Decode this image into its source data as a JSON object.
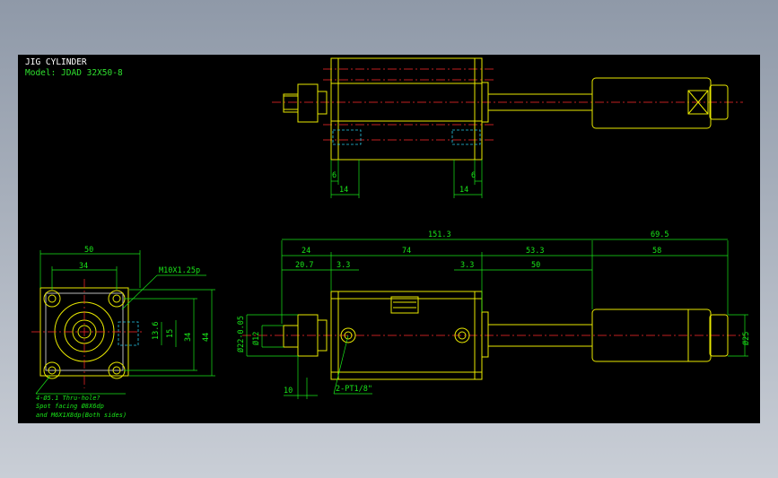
{
  "title": "JIG CYLINDER",
  "model": "Model: JDAD 32X50-8",
  "colors": {
    "background": "#000000",
    "outline": "#e8e800",
    "dimension": "#19e619",
    "centerline": "#ff2a2a",
    "hidden": "#27c8e8",
    "frame": "#8f99a8"
  },
  "top_view": {
    "dims": [
      "6",
      "14",
      "6",
      "14"
    ]
  },
  "end_view": {
    "dims": [
      "50",
      "34",
      "13.6",
      "15",
      "34",
      "44"
    ],
    "thread_label": "M10X1.25p",
    "notes": [
      "4-Ø5.1 Thru-hole?",
      "Spot facing Ø8X6dp",
      "and M6X1X8dp(Both sides)"
    ]
  },
  "side_view": {
    "dims": [
      "151.3",
      "69.5",
      "24",
      "74",
      "53.3",
      "58",
      "20.7",
      "3.3",
      "3.3",
      "50",
      "Ø22-0.05",
      "Ø12",
      "Ø25",
      "10"
    ],
    "port_label": "2-PT1/8\""
  }
}
